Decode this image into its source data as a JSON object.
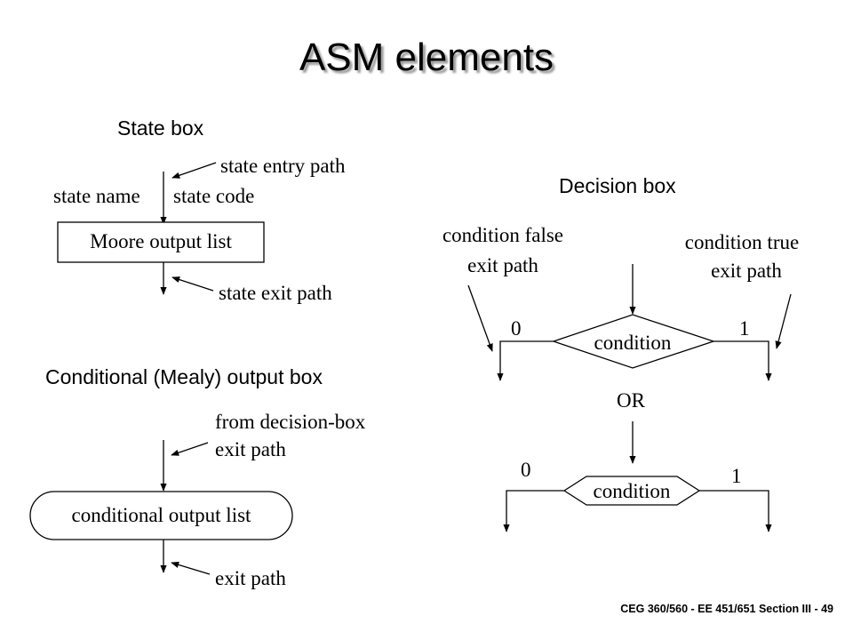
{
  "title": "ASM elements",
  "state_box": {
    "heading": "State box",
    "entry_path": "state entry path",
    "state_name": "state name",
    "state_code": "state code",
    "output_list": "Moore output list",
    "exit_path": "state exit path"
  },
  "conditional_box": {
    "heading": "Conditional (Mealy) output box",
    "from_label_line1": "from decision-box",
    "from_label_line2": "exit path",
    "output_list": "conditional output list",
    "exit_path": "exit path"
  },
  "decision_box": {
    "heading": "Decision box",
    "false_label_line1": "condition false",
    "false_label_line2": "exit path",
    "true_label_line1": "condition true",
    "true_label_line2": "exit path",
    "zero": "0",
    "one": "1",
    "condition": "condition",
    "or_label": "OR",
    "zero_alt": "0",
    "one_alt": "1",
    "condition_alt": "condition"
  },
  "footer": "CEG 360/560 - EE 451/651  Section III - 49"
}
